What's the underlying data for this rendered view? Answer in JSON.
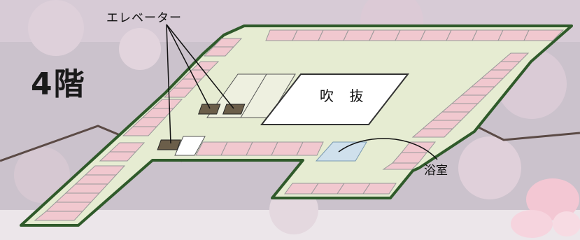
{
  "floor": {
    "label": "4階"
  },
  "labels": {
    "elevator": "エレベーター",
    "void": "吹 抜",
    "bath": "浴室"
  },
  "colors": {
    "background": "#c9c3cf",
    "blossom": "#e8d6e0",
    "branch": "#5b4a45",
    "corridor": "#e6ecd2",
    "room": "#f1c8cf",
    "outline": "#2f5a2a",
    "elevator": "#6b5e4a",
    "bath": "#cfe0ec",
    "void": "#ffffff"
  },
  "map": {
    "elevator_count": 3,
    "elevator_icons": [
      "elevator-icon",
      "elevator-icon",
      "elevator-icon"
    ]
  }
}
